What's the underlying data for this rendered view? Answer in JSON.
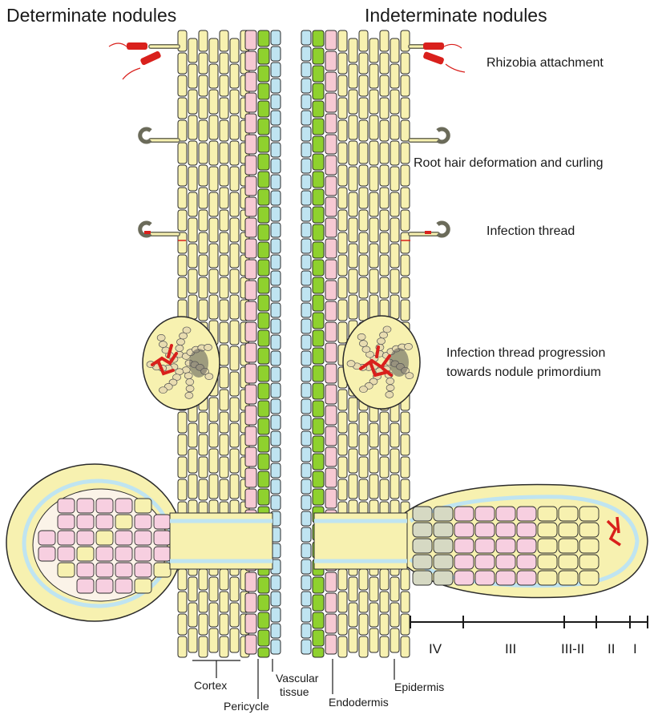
{
  "titles": {
    "left": "Determinate nodules",
    "right": "Indeterminate nodules"
  },
  "steps": {
    "s1": "Rhizobia attachment",
    "s2": "Root hair deformation and curling",
    "s3": "Infection thread",
    "s4a": "Infection thread progression",
    "s4b": "towards nodule primordium"
  },
  "tissues": {
    "cortex": "Cortex",
    "pericycle": "Pericycle",
    "vascular_a": "Vascular",
    "vascular_b": "tissue",
    "endodermis": "Endodermis",
    "epidermis": "Epidermis"
  },
  "zones": [
    "IV",
    "III",
    "III-II",
    "II",
    "I"
  ],
  "colors": {
    "cortex_fill": "#f7f1b0",
    "cell_stroke": "#2b2b2b",
    "pericycle_fill": "#f6c9d3",
    "endodermis_fill": "#8fd12e",
    "vascular_fill": "#bfe4f1",
    "rhizobia": "#d9201c",
    "infected_cell": "#f7cfe0",
    "senescent_cell": "#d6d9c3"
  }
}
